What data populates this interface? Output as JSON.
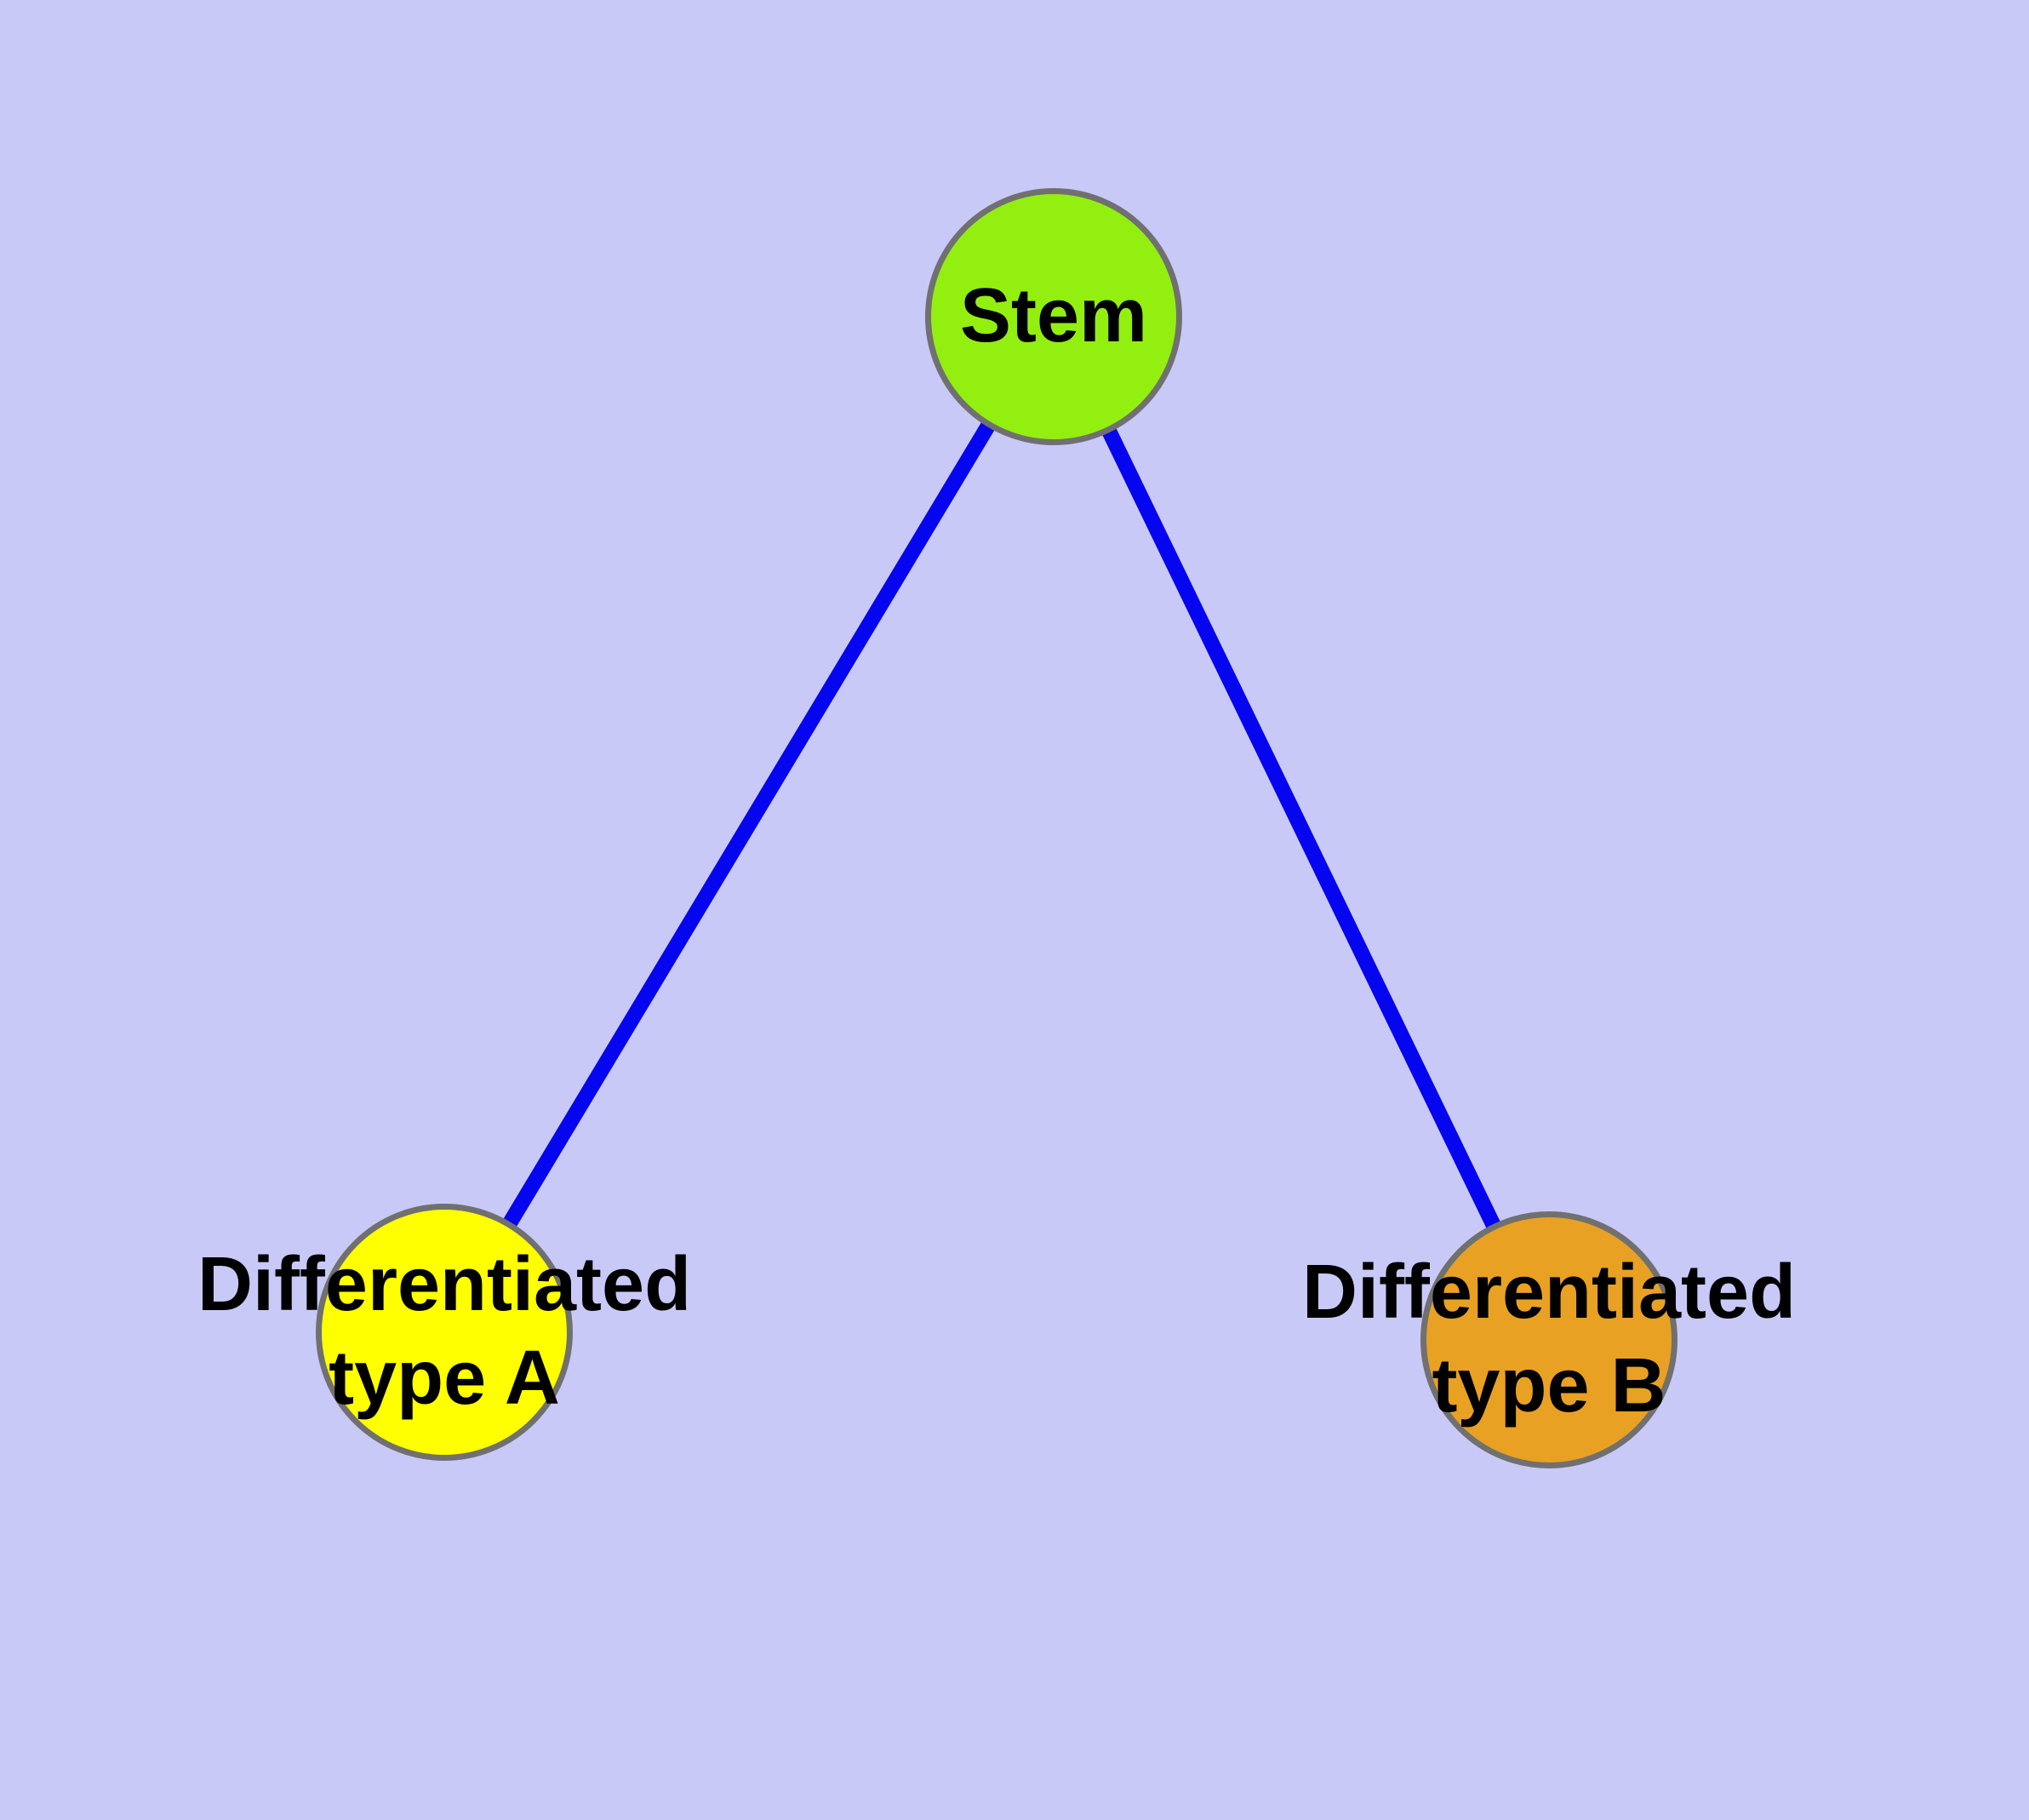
{
  "diagram": {
    "background_color": "#C9C9F8",
    "edge_color": "#0505F0",
    "node_border_color": "#707070",
    "label_color": "#000000",
    "nodes": [
      {
        "id": "stem",
        "label": "Stem",
        "fill": "#93EF10"
      },
      {
        "id": "differentiated-type-a",
        "label": "Differentiated\ntype A",
        "fill": "#FFFF00"
      },
      {
        "id": "differentiated-type-b",
        "label": "Differentiated\ntype B",
        "fill": "#E8A122"
      }
    ],
    "edges": [
      {
        "from": "stem",
        "to": "differentiated-type-a"
      },
      {
        "from": "stem",
        "to": "differentiated-type-b"
      }
    ]
  }
}
